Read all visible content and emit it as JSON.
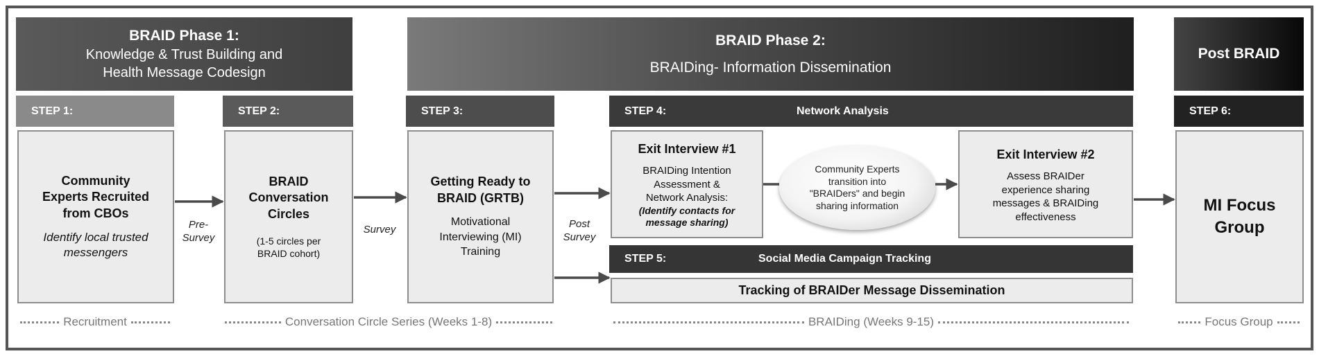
{
  "phase1": {
    "title": "BRAID Phase 1:",
    "line1": "Knowledge & Trust Building and",
    "line2": "Health Message Codesign"
  },
  "phase2": {
    "title": "BRAID Phase 2:",
    "subtitle": "BRAIDing- Information Dissemination"
  },
  "post": {
    "title": "Post BRAID"
  },
  "steps": {
    "s1": "STEP 1:",
    "s2": "STEP 2:",
    "s3": "STEP 3:",
    "s4": "STEP 4:",
    "s4_title": "Network Analysis",
    "s5": "STEP 5:",
    "s5_title": "Social Media Campaign Tracking",
    "s6": "STEP 6:"
  },
  "box1": {
    "l1": "Community",
    "l2": "Experts Recruited",
    "l3": "from CBOs",
    "i1": "Identify local trusted",
    "i2": "messengers"
  },
  "box2": {
    "l1": "BRAID",
    "l2": "Conversation",
    "l3": "Circles",
    "s1": "(1-5 circles per",
    "s2": "BRAID cohort)"
  },
  "box3": {
    "l1": "Getting Ready to",
    "l2": "BRAID (GRTB)",
    "r1": "Motivational",
    "r2": "Interviewing (MI)",
    "r3": "Training"
  },
  "box4a": {
    "title": "Exit Interview #1",
    "r1": "BRAIDing Intention",
    "r2": "Assessment &",
    "r3": "Network Analysis:",
    "i1": "(Identify contacts for",
    "i2": "message sharing)"
  },
  "oval": {
    "l1": "Community Experts",
    "l2": "transition into",
    "l3": "\"BRAIDers\" and begin",
    "l4": "sharing information"
  },
  "box4b": {
    "title": "Exit Interview #2",
    "r1": "Assess BRAIDer",
    "r2": "experience sharing",
    "r3": "messages & BRAIDing",
    "r4": "effectiveness"
  },
  "box5": {
    "text": "Tracking of BRAIDer Message Dissemination"
  },
  "box6": {
    "l1": "MI Focus",
    "l2": "Group"
  },
  "labels": {
    "pre1": "Pre-",
    "pre2": "Survey",
    "survey": "Survey",
    "post1": "Post",
    "post2": "Survey"
  },
  "timeline": {
    "recruitment": "Recruitment",
    "circles": "Conversation Circle Series (Weeks 1-8)",
    "braiding": "BRAIDing (Weeks 9-15)",
    "focus": "Focus Group"
  },
  "colors": {
    "arrow": "#4a4a4a",
    "box_fill": "#ececec",
    "box_border": "#8d8d8d"
  }
}
